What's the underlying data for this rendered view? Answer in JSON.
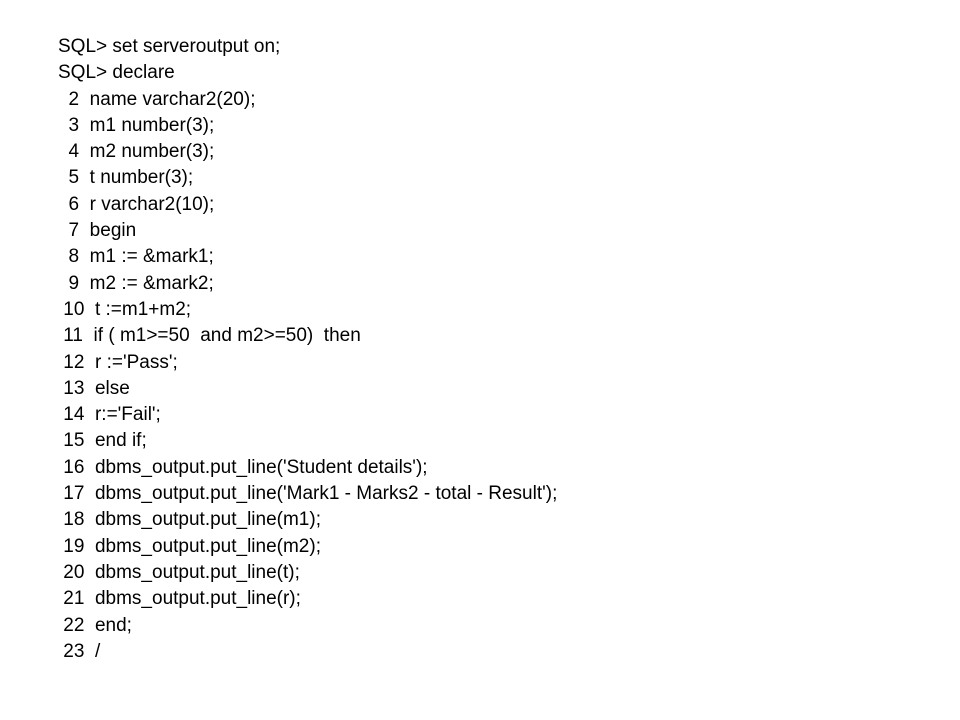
{
  "session": {
    "lines": [
      "SQL> set serveroutput on;",
      "SQL> declare",
      "  2  name varchar2(20);",
      "  3  m1 number(3);",
      "  4  m2 number(3);",
      "  5  t number(3);",
      "  6  r varchar2(10);",
      "  7  begin",
      "  8  m1 := &mark1;",
      "  9  m2 := &mark2;",
      " 10  t :=m1+m2;",
      " 11  if ( m1>=50  and m2>=50)  then",
      " 12  r :='Pass';",
      " 13  else",
      " 14  r:='Fail';",
      " 15  end if;",
      " 16  dbms_output.put_line('Student details');",
      " 17  dbms_output.put_line('Mark1 - Marks2 - total - Result');",
      " 18  dbms_output.put_line(m1);",
      " 19  dbms_output.put_line(m2);",
      " 20  dbms_output.put_line(t);",
      " 21  dbms_output.put_line(r);",
      " 22  end;",
      " 23  /"
    ]
  }
}
